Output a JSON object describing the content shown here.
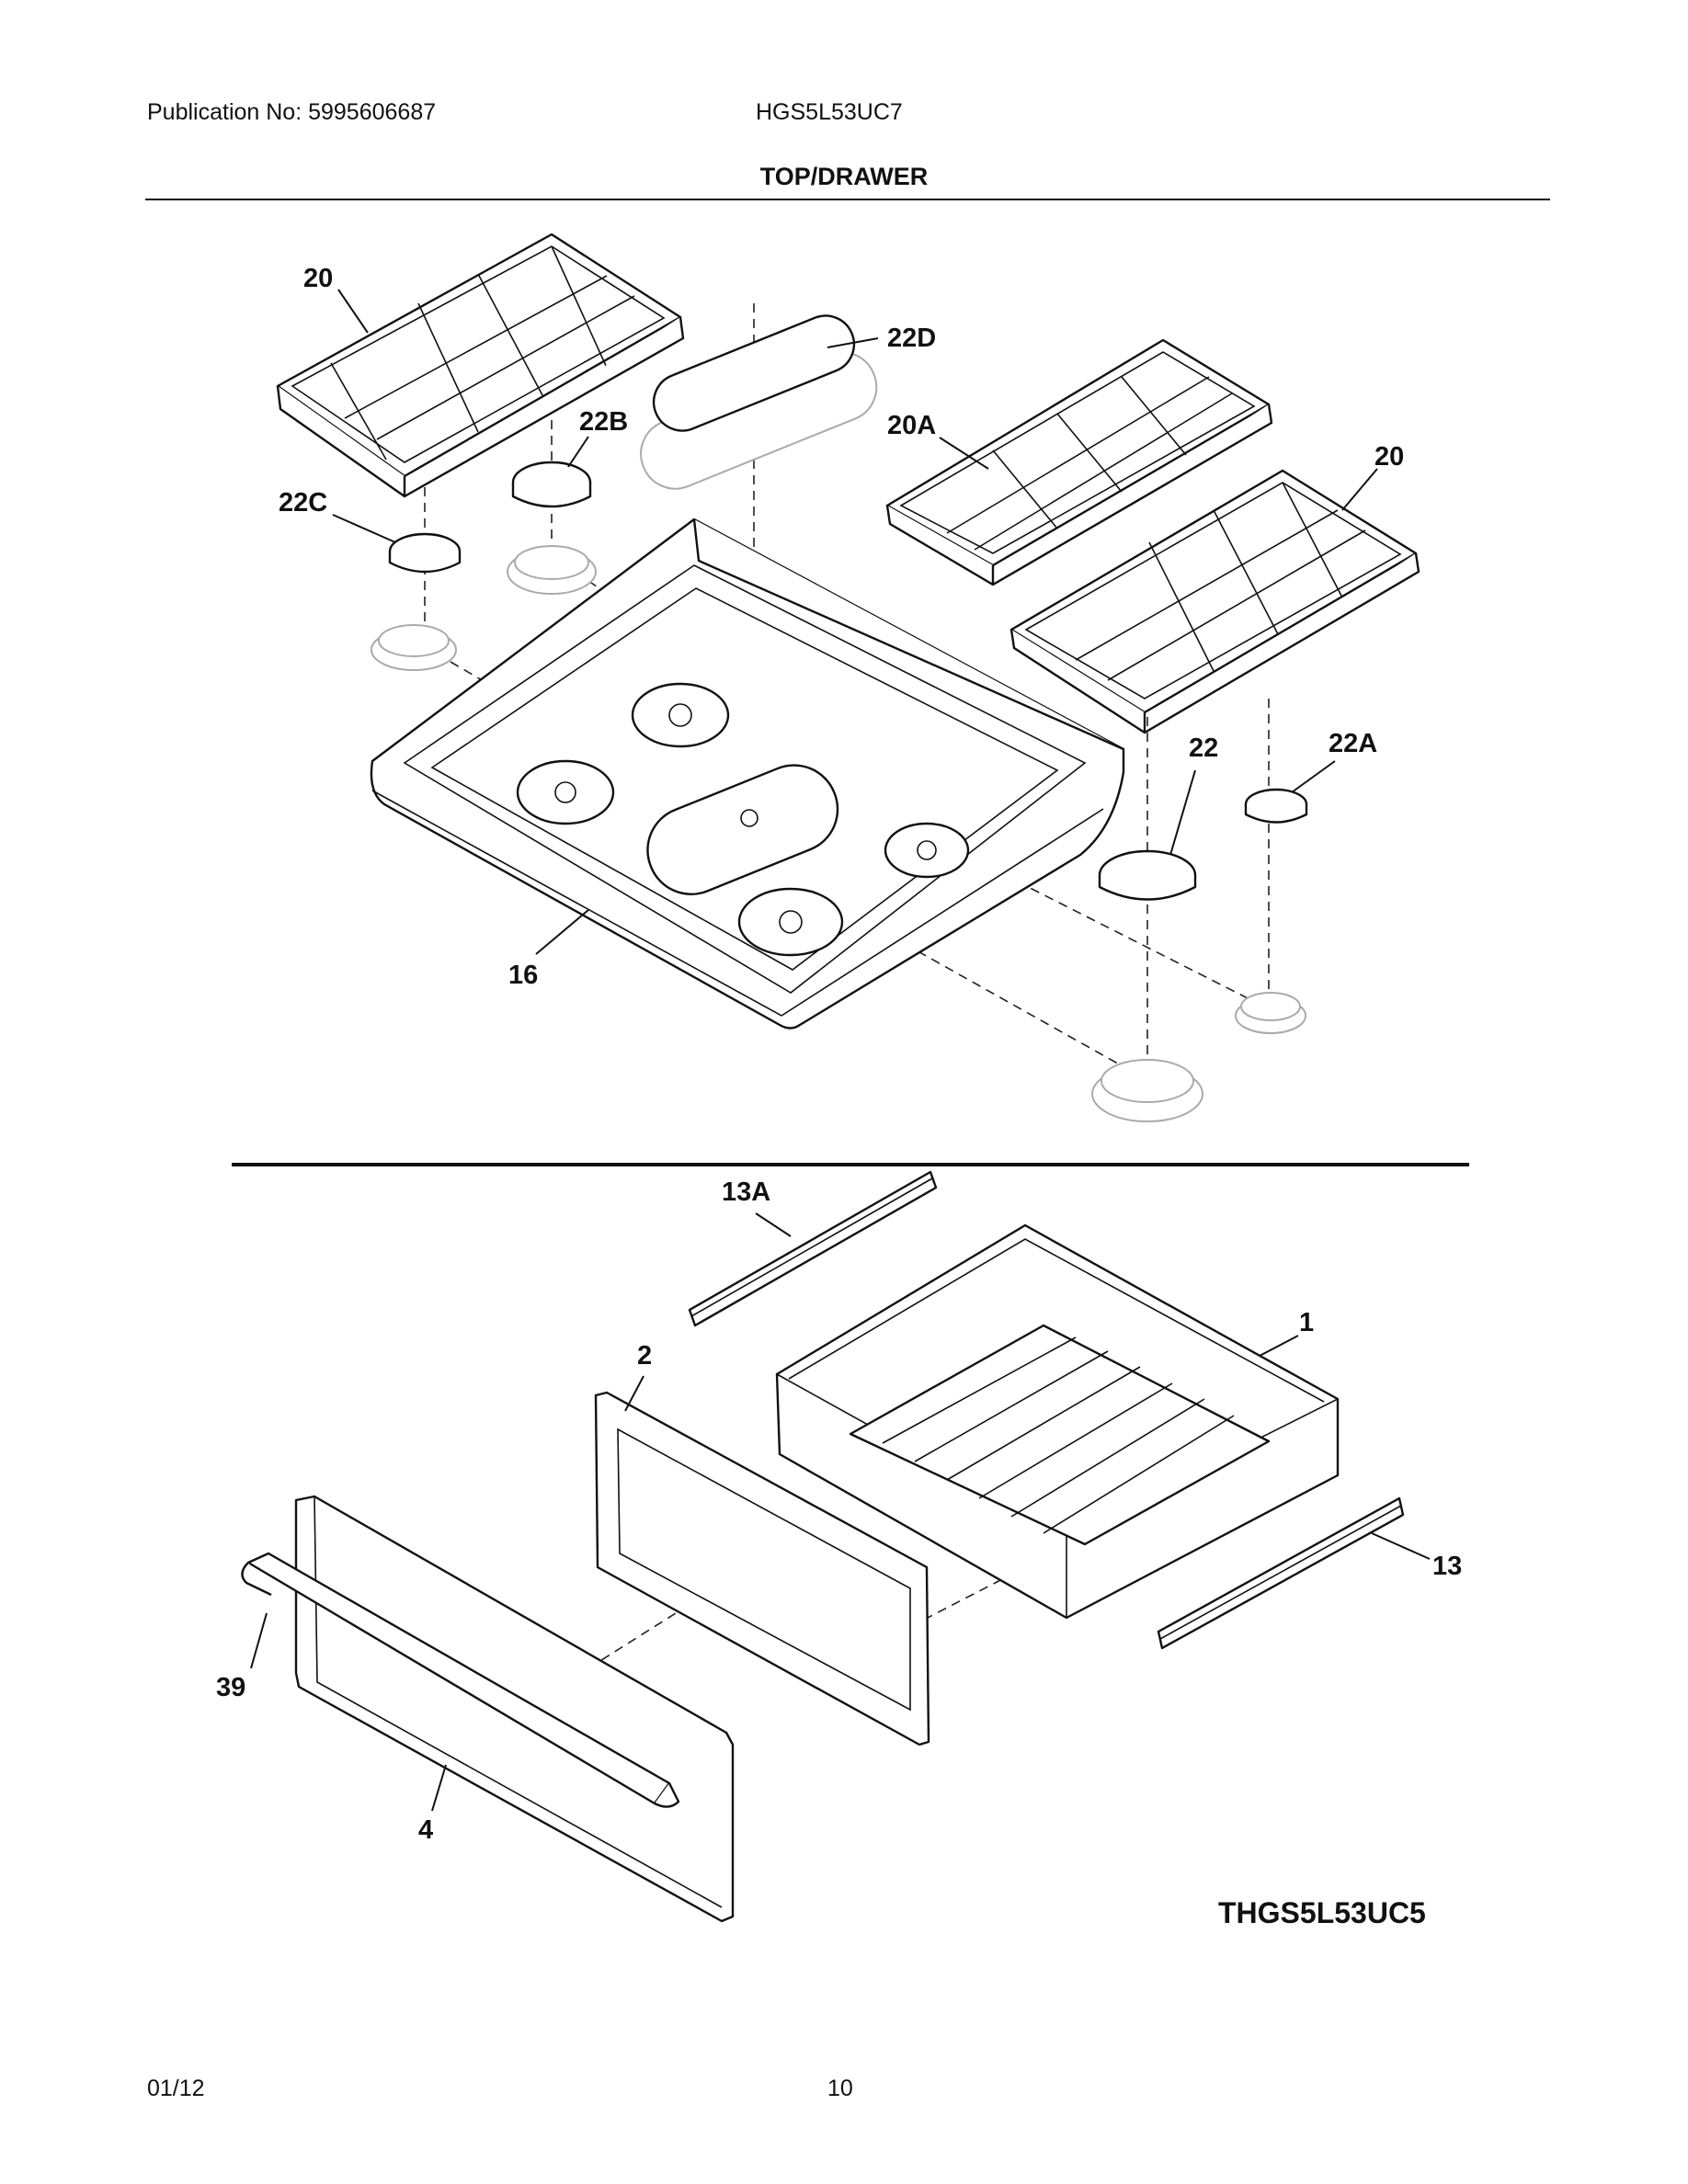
{
  "header": {
    "publication": "Publication No: 5995606687",
    "model": "HGS5L53UC7",
    "section_title": "TOP/DRAWER"
  },
  "callouts": {
    "grate_left": "20",
    "griddle": "22D",
    "cap_22b": "22B",
    "cap_22c": "22C",
    "grate_center": "20A",
    "grate_right": "20",
    "cap_22": "22",
    "cap_22a": "22A",
    "cooktop": "16",
    "rail_left": "13A",
    "drawer_panel": "2",
    "drawer_body": "1",
    "rail_right": "13",
    "handle": "39",
    "drawer_front": "4"
  },
  "diagram_code": "THGS5L53UC5",
  "footer": {
    "date": "01/12",
    "page": "10"
  }
}
